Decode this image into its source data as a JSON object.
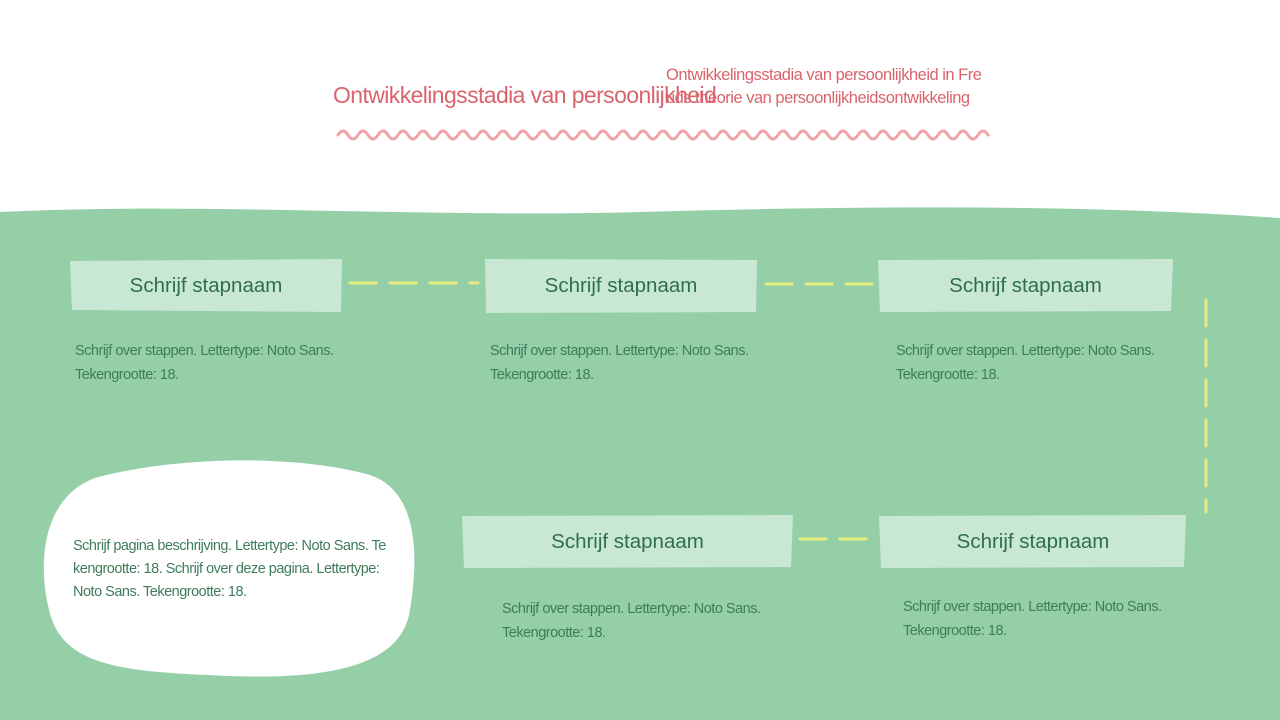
{
  "header": {
    "title": "Ontwikkelingsstadia van persoonlijkheid",
    "subtitle": "Ontwikkelingsstadia van persoonlijkheid in Freuds theorie van persoonlijkheidsontwikkeling"
  },
  "steps": [
    {
      "name": "Schrijf stapnaam",
      "description": "Schrijf over stappen. Lettertype: Noto Sans. Tekengrootte: 18."
    },
    {
      "name": "Schrijf stapnaam",
      "description": "Schrijf over stappen. Lettertype: Noto Sans. Tekengrootte: 18."
    },
    {
      "name": "Schrijf stapnaam",
      "description": "Schrijf over stappen. Lettertype: Noto Sans. Tekengrootte: 18."
    },
    {
      "name": "Schrijf stapnaam",
      "description": "Schrijf over stappen. Lettertype: Noto Sans. Tekengrootte: 18."
    },
    {
      "name": "Schrijf stapnaam",
      "description": "Schrijf over stappen. Lettertype: Noto Sans. Tekengrootte: 18."
    }
  ],
  "page_description": "Schrijf pagina beschrijving. Lettertype: Noto Sans. Tekengrootte: 18. Schrijf over deze pagina. Lettertype: Noto Sans. Tekengrootte: 18.",
  "colors": {
    "background": "#ffffff",
    "panel_green": "#95cfa8",
    "step_box": "#c9e8d4",
    "step_text": "#2f6e4c",
    "title": "#d9646b",
    "wavy_line": "#f2a3a8",
    "connector": "#e6ec7c"
  }
}
